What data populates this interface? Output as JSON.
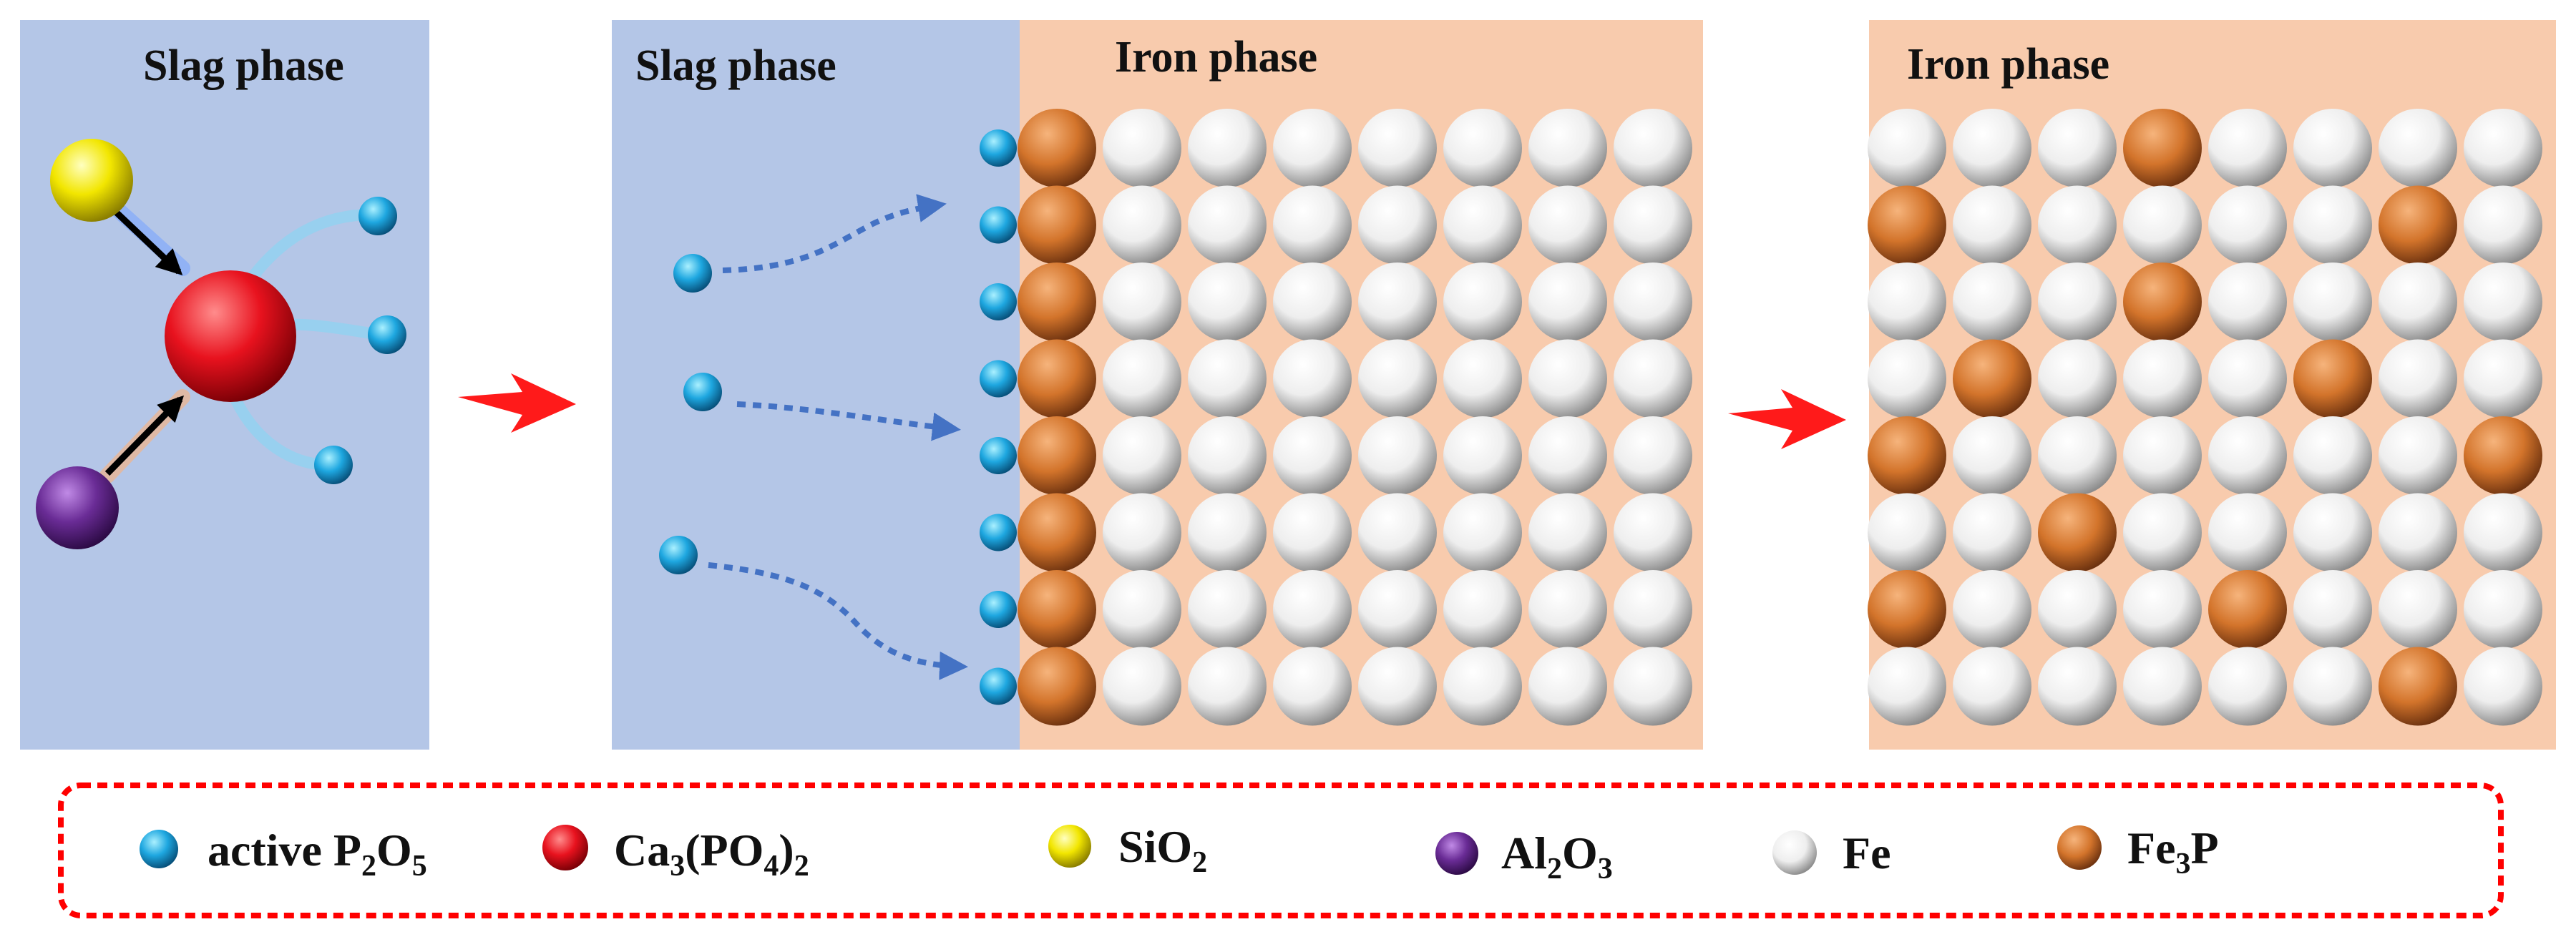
{
  "panels": {
    "left": {
      "title": "Slag phase"
    },
    "middle_slag": {
      "title": "Slag phase"
    },
    "middle_iron": {
      "title": "Iron phase"
    },
    "right": {
      "title": "Iron phase"
    }
  },
  "grids": {
    "rows": 8,
    "cols": 8,
    "middle_fe3p_columns": [
      0
    ],
    "right_fe3p_cells": [
      [
        0,
        3
      ],
      [
        1,
        0
      ],
      [
        1,
        6
      ],
      [
        2,
        3
      ],
      [
        3,
        1
      ],
      [
        3,
        5
      ],
      [
        4,
        0
      ],
      [
        4,
        7
      ],
      [
        5,
        2
      ],
      [
        6,
        0
      ],
      [
        6,
        4
      ],
      [
        7,
        6
      ]
    ]
  },
  "legend": {
    "active_p2o5": {
      "main": "active P",
      "sub1": "2",
      "mid": "O",
      "sub2": "5"
    },
    "ca3po42": {
      "main": "Ca",
      "sub1": "3",
      "mid": "(PO",
      "sub2": "4",
      "tail": ")",
      "sub3": "2"
    },
    "sio2": {
      "main": "SiO",
      "sub1": "2"
    },
    "al2o3": {
      "main": "Al",
      "sub1": "2",
      "mid": "O",
      "sub2": "3"
    },
    "fe": {
      "main": "Fe"
    },
    "fe3p": {
      "main": "Fe",
      "sub1": "3",
      "mid": "P"
    }
  },
  "colors": {
    "slag_bg": "#b4c6e7",
    "iron_bg": "#f8cbad",
    "arrow_red": "#ff1a1a",
    "dotted_blue": "#4472c4",
    "legend_border": "#ff0000",
    "p2o5": "#1ea7e0",
    "ca3po42": "#e8121e",
    "sio2": "#f2e600",
    "al2o3": "#6a2c96",
    "fe": "#ffffff",
    "fe3p": "#d3742b"
  }
}
